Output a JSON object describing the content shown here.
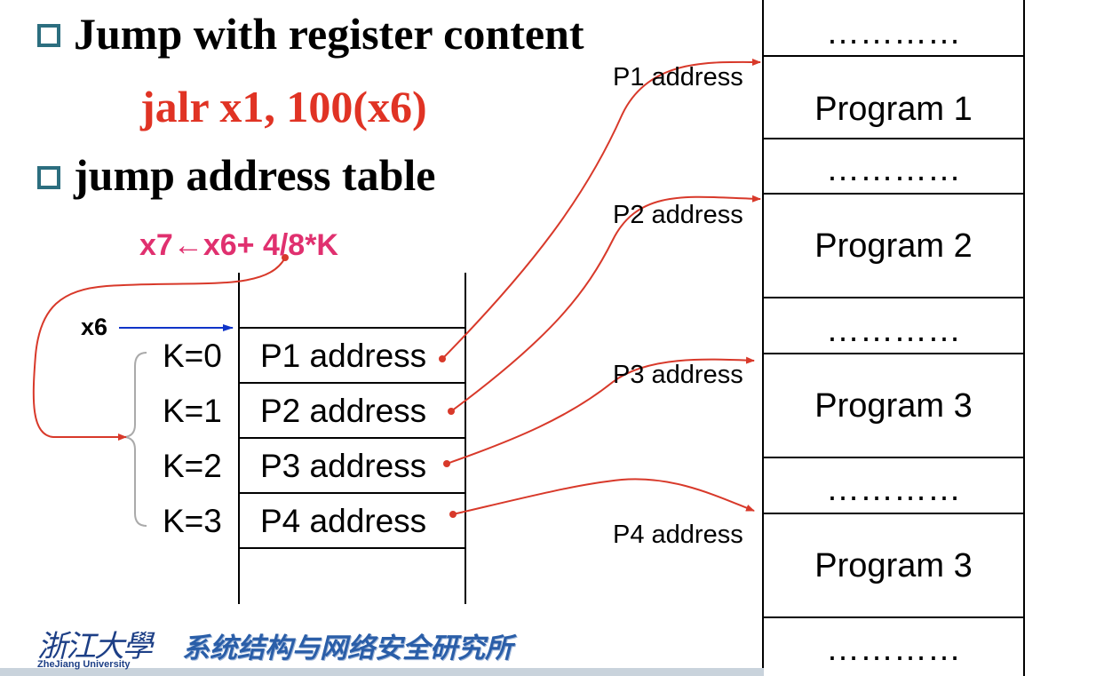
{
  "bullets": [
    {
      "text": "Jump with register content"
    },
    {
      "text": "jump address table"
    }
  ],
  "instruction": "jalr x1, 100(x6)",
  "formula": "x7←x6+ 4/8*K",
  "register_label": "x6",
  "table": {
    "rows": [
      {
        "k": "K=0",
        "entry": "P1 address"
      },
      {
        "k": "K=1",
        "entry": "P2 address"
      },
      {
        "k": "K=2",
        "entry": "P3 address"
      },
      {
        "k": "K=3",
        "entry": "P4 address"
      }
    ]
  },
  "memory": {
    "blocks": [
      "…………",
      "Program 1",
      "…………",
      "Program 2",
      "…………",
      "Program 3",
      "…………",
      "Program 3",
      "…………"
    ],
    "address_labels": [
      "P1 address",
      "P2 address",
      "P3 address",
      "P4 address"
    ]
  },
  "footer": {
    "logo_script": "浙江大學",
    "logo_caption": "ZheJiang University",
    "lab_name": "系统结构与网络安全研究所"
  },
  "colors": {
    "bullet": "#2c6e7f",
    "instruction": "#e03324",
    "formula": "#e0306f",
    "arrows": "#d8392a",
    "register_arrow": "#1034c8",
    "footer_text": "#2a5ea8"
  }
}
